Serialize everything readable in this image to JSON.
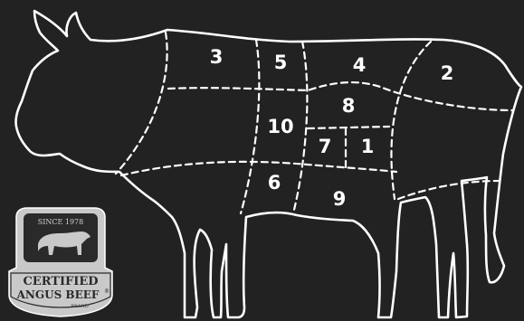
{
  "cuts": [
    {
      "id": "cut-3",
      "label": "3"
    },
    {
      "id": "cut-5",
      "label": "5"
    },
    {
      "id": "cut-4",
      "label": "4"
    },
    {
      "id": "cut-2",
      "label": "2"
    },
    {
      "id": "cut-8",
      "label": "8"
    },
    {
      "id": "cut-10",
      "label": "10"
    },
    {
      "id": "cut-7",
      "label": "7"
    },
    {
      "id": "cut-1",
      "label": "1"
    },
    {
      "id": "cut-6",
      "label": "6"
    },
    {
      "id": "cut-9",
      "label": "9"
    }
  ],
  "logo": {
    "since": "SINCE 1978",
    "line1": "CERTIFIED",
    "line2": "ANGUS BEEF",
    "brand": "BRAND",
    "registered": "®"
  },
  "colors": {
    "background": "#222222",
    "line": "#ffffff",
    "logo_badge": "#c9c9c9"
  }
}
